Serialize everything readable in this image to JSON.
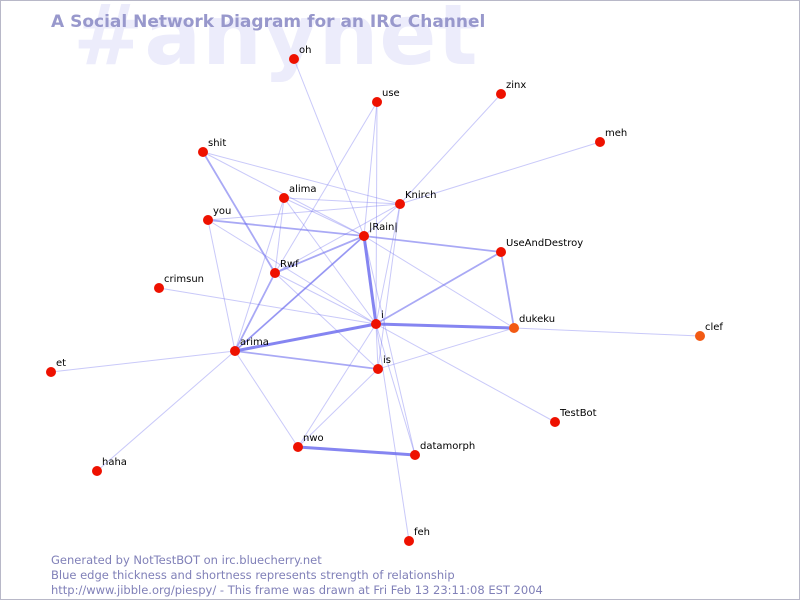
{
  "header": {
    "watermark": "#anynet",
    "title": "A Social Network Diagram for an IRC Channel"
  },
  "footer": {
    "line1": "Generated by NotTestBOT on irc.bluecherry.net",
    "line2": "Blue edge thickness and shortness represents strength of relationship",
    "line3": "http://www.jibble.org/piespy/ - This frame was drawn at Fri Feb 13 23:11:08 EST 2004"
  },
  "colors": {
    "node": "#ee1100",
    "node_recent": "#f25a14",
    "edge": "#7070ee",
    "title": "#9898cc",
    "watermark": "#ececfb"
  },
  "nodes": [
    {
      "id": "oh",
      "label": "oh"
    },
    {
      "id": "use",
      "label": "use"
    },
    {
      "id": "zinx",
      "label": "zinx"
    },
    {
      "id": "meh",
      "label": "meh"
    },
    {
      "id": "shit",
      "label": "shit"
    },
    {
      "id": "alima",
      "label": "alima"
    },
    {
      "id": "Knirch",
      "label": "Knirch"
    },
    {
      "id": "you",
      "label": "you"
    },
    {
      "id": "Rain",
      "label": "|Rain|"
    },
    {
      "id": "UseAndDestroy",
      "label": "UseAndDestroy"
    },
    {
      "id": "Rwf",
      "label": "Rwf"
    },
    {
      "id": "crimsun",
      "label": "crimsun"
    },
    {
      "id": "i",
      "label": "i"
    },
    {
      "id": "dukeku",
      "label": "dukeku",
      "recent": true
    },
    {
      "id": "clef",
      "label": "clef",
      "recent": true
    },
    {
      "id": "arima",
      "label": "arima"
    },
    {
      "id": "et",
      "label": "et"
    },
    {
      "id": "is",
      "label": "is"
    },
    {
      "id": "TestBot",
      "label": "TestBot"
    },
    {
      "id": "nwo",
      "label": "nwo"
    },
    {
      "id": "datamorph",
      "label": "datamorph"
    },
    {
      "id": "haha",
      "label": "haha"
    },
    {
      "id": "feh",
      "label": "feh"
    }
  ],
  "edges": [
    {
      "a": "oh",
      "b": "Rain",
      "w": 1
    },
    {
      "a": "use",
      "b": "Rain",
      "w": 1
    },
    {
      "a": "use",
      "b": "i",
      "w": 1
    },
    {
      "a": "use",
      "b": "Rwf",
      "w": 1
    },
    {
      "a": "zinx",
      "b": "Knirch",
      "w": 1
    },
    {
      "a": "meh",
      "b": "Knirch",
      "w": 1
    },
    {
      "a": "shit",
      "b": "Knirch",
      "w": 1
    },
    {
      "a": "shit",
      "b": "Rain",
      "w": 1
    },
    {
      "a": "shit",
      "b": "Rwf",
      "w": 2
    },
    {
      "a": "alima",
      "b": "Knirch",
      "w": 1
    },
    {
      "a": "alima",
      "b": "Rain",
      "w": 1
    },
    {
      "a": "alima",
      "b": "Rwf",
      "w": 1
    },
    {
      "a": "alima",
      "b": "i",
      "w": 1
    },
    {
      "a": "alima",
      "b": "arima",
      "w": 1
    },
    {
      "a": "you",
      "b": "Knirch",
      "w": 1
    },
    {
      "a": "you",
      "b": "Rain",
      "w": 2
    },
    {
      "a": "you",
      "b": "arima",
      "w": 1
    },
    {
      "a": "you",
      "b": "i",
      "w": 1
    },
    {
      "a": "Knirch",
      "b": "Rwf",
      "w": 1
    },
    {
      "a": "Knirch",
      "b": "i",
      "w": 1
    },
    {
      "a": "Knirch",
      "b": "is",
      "w": 1
    },
    {
      "a": "Knirch",
      "b": "arima",
      "w": 1
    },
    {
      "a": "Rain",
      "b": "UseAndDestroy",
      "w": 2
    },
    {
      "a": "Rain",
      "b": "Rwf",
      "w": 2
    },
    {
      "a": "Rain",
      "b": "arima",
      "w": 2
    },
    {
      "a": "Rain",
      "b": "i",
      "w": 3
    },
    {
      "a": "Rain",
      "b": "dukeku",
      "w": 1
    },
    {
      "a": "Rain",
      "b": "datamorph",
      "w": 1
    },
    {
      "a": "UseAndDestroy",
      "b": "i",
      "w": 2
    },
    {
      "a": "UseAndDestroy",
      "b": "dukeku",
      "w": 2
    },
    {
      "a": "Rwf",
      "b": "arima",
      "w": 2
    },
    {
      "a": "Rwf",
      "b": "i",
      "w": 1
    },
    {
      "a": "Rwf",
      "b": "is",
      "w": 1
    },
    {
      "a": "crimsun",
      "b": "i",
      "w": 1
    },
    {
      "a": "i",
      "b": "dukeku",
      "w": 3
    },
    {
      "a": "i",
      "b": "arima",
      "w": 3
    },
    {
      "a": "i",
      "b": "is",
      "w": 1
    },
    {
      "a": "i",
      "b": "TestBot",
      "w": 1
    },
    {
      "a": "i",
      "b": "nwo",
      "w": 1
    },
    {
      "a": "i",
      "b": "datamorph",
      "w": 1
    },
    {
      "a": "i",
      "b": "feh",
      "w": 1
    },
    {
      "a": "dukeku",
      "b": "clef",
      "w": 1
    },
    {
      "a": "dukeku",
      "b": "is",
      "w": 1
    },
    {
      "a": "arima",
      "b": "is",
      "w": 2
    },
    {
      "a": "arima",
      "b": "et",
      "w": 1
    },
    {
      "a": "arima",
      "b": "haha",
      "w": 1
    },
    {
      "a": "arima",
      "b": "nwo",
      "w": 1
    },
    {
      "a": "is",
      "b": "nwo",
      "w": 1
    },
    {
      "a": "nwo",
      "b": "datamorph",
      "w": 3
    }
  ]
}
